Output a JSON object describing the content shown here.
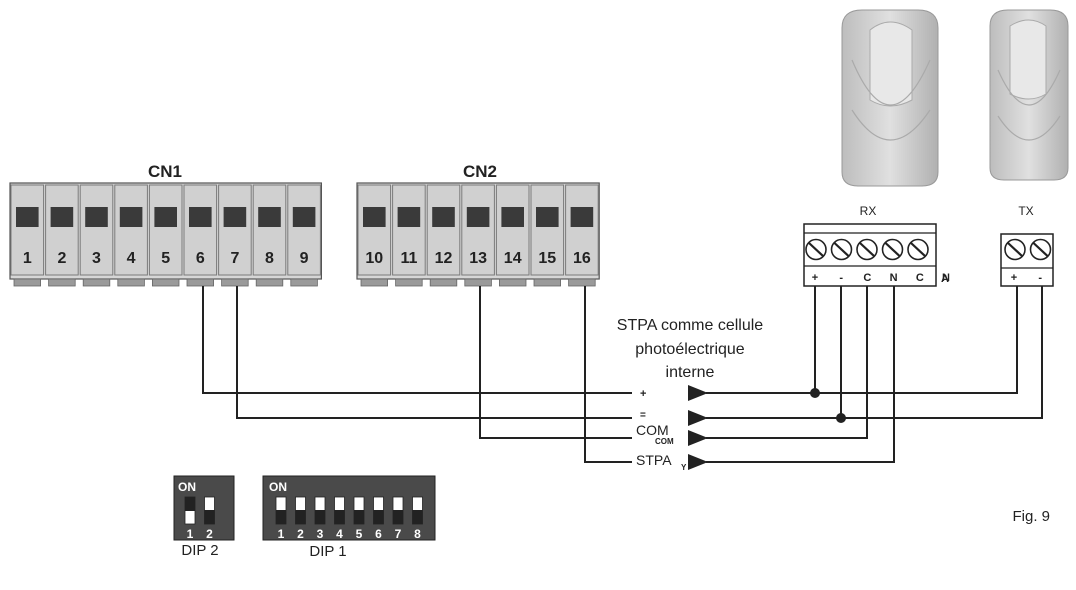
{
  "colors": {
    "ink": "#222222",
    "terminal_body": "#cfcfcf",
    "terminal_slot": "#3a3a3a",
    "sensor_body": "#d2d2d2",
    "dip_body": "#4a4a4a"
  },
  "cn1": {
    "label": "CN1",
    "terminals": [
      "1",
      "2",
      "3",
      "4",
      "5",
      "6",
      "7",
      "8",
      "9"
    ]
  },
  "cn2": {
    "label": "CN2",
    "terminals": [
      "10",
      "11",
      "12",
      "13",
      "14",
      "15",
      "16"
    ]
  },
  "rx": {
    "label": "RX",
    "pins": [
      "+",
      "-",
      "C",
      "N",
      "C",
      "N"
    ],
    "suffix": "A"
  },
  "tx": {
    "label": "TX",
    "pins": [
      "+",
      "-"
    ]
  },
  "stpa_note": {
    "line1": "STPA comme cellule",
    "line2": "photoélectrique",
    "line3": "interne"
  },
  "signals": {
    "plus": "+",
    "minus": "=",
    "com": "COM",
    "com_small": "COM",
    "stpa": "STPA",
    "stpa_small": "Y"
  },
  "dip2": {
    "on_label": "ON",
    "switches": [
      "1",
      "2"
    ],
    "caption": "DIP 2"
  },
  "dip1": {
    "on_label": "ON",
    "switches": [
      "1",
      "2",
      "3",
      "4",
      "5",
      "6",
      "7",
      "8"
    ],
    "caption": "DIP 1"
  },
  "figure_label": "Fig. 9"
}
